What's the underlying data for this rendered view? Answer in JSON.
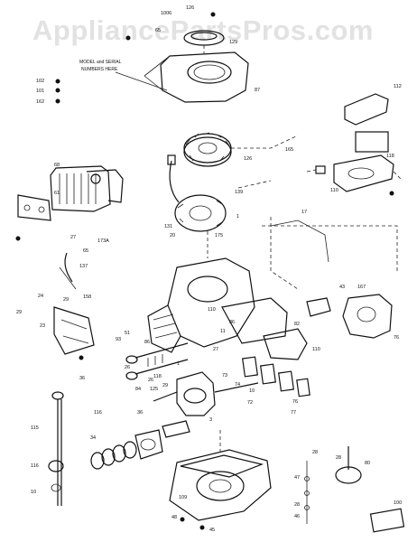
{
  "watermark": "AppliancePartsPros.com",
  "serial_note": [
    "MODEL and SERIAL",
    "NUMBERS HERE"
  ],
  "labels": [
    "1006",
    "126",
    "129",
    "65",
    "87",
    "102",
    "101",
    "162",
    "112",
    "165",
    "68",
    "61",
    "118",
    "110",
    "139",
    "126",
    "1",
    "131",
    "20",
    "175",
    "173A",
    "137",
    "17",
    "65",
    "24",
    "29",
    "43",
    "167",
    "76",
    "29",
    "23",
    "27",
    "36",
    "93",
    "51",
    "86",
    "11",
    "36",
    "82",
    "110",
    "27",
    "110",
    "26",
    "26",
    "29",
    "84",
    "1",
    "118",
    "73",
    "74",
    "10",
    "72",
    "76",
    "77",
    "125",
    "115",
    "116",
    "3",
    "10",
    "116",
    "34",
    "36",
    "28",
    "28",
    "80",
    "109",
    "47",
    "28",
    "46",
    "48",
    "45",
    "100",
    "158"
  ]
}
